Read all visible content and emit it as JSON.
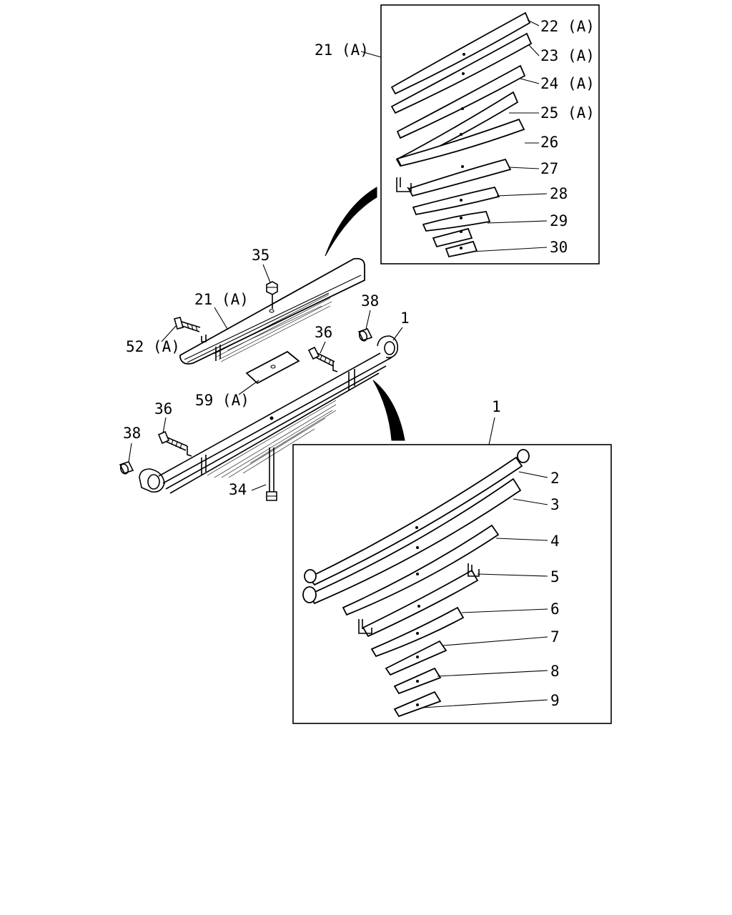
{
  "labels": {
    "l22": "22 (A)",
    "l23": "23 (A)",
    "l24": "24 (A)",
    "l25": "25 (A)",
    "l26": "26",
    "l27": "27",
    "l28": "28",
    "l29": "29",
    "l30": "30",
    "l21_box": "21 (A)",
    "l21_asm": "21 (A)",
    "l35": "35",
    "l38_top": "38",
    "l1_asm": "1",
    "l36_top": "36",
    "l52": "52 (A)",
    "l59": "59 (A)",
    "l36_left": "36",
    "l38_left": "38",
    "l34": "34",
    "l1_box": "1",
    "l2": "2",
    "l3": "3",
    "l4": "4",
    "l5": "5",
    "l6": "6",
    "l7": "7",
    "l8": "8",
    "l9": "9"
  }
}
